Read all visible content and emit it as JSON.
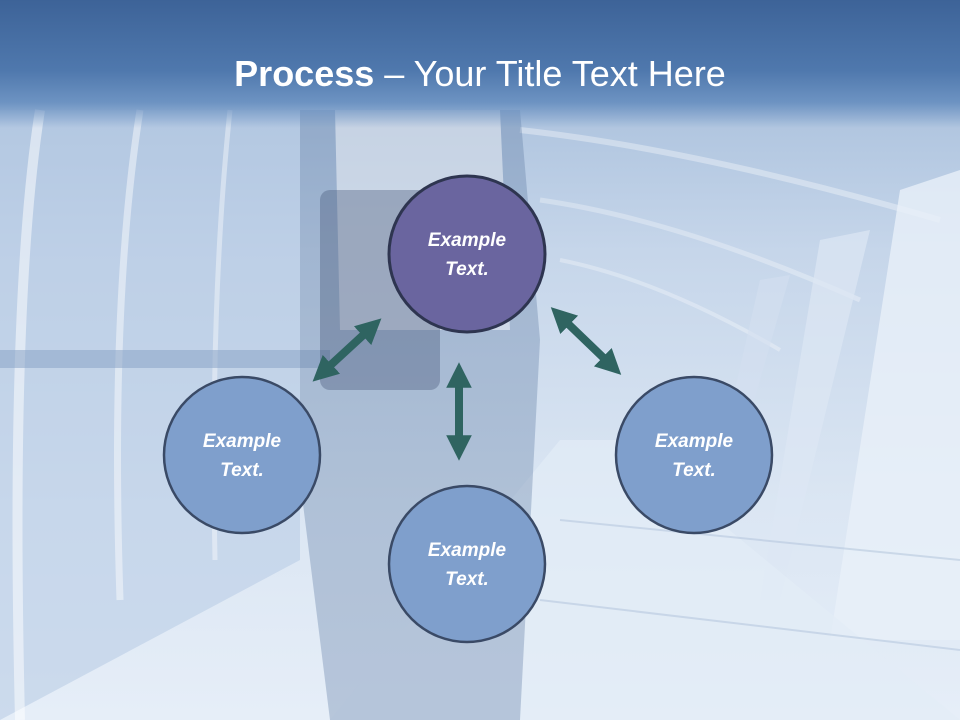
{
  "title": {
    "bold": "Process",
    "separator": " – ",
    "rest": "Your Title Text Here"
  },
  "colors": {
    "center_node": "#6a659f",
    "outer_node": "#7f9fcc",
    "node_border": "#3a4a66",
    "arrow": "#2f6461"
  },
  "nodes": [
    {
      "id": "top",
      "line1": "Example",
      "line2": "Text."
    },
    {
      "id": "left",
      "line1": "Example",
      "line2": "Text."
    },
    {
      "id": "right",
      "line1": "Example",
      "line2": "Text."
    },
    {
      "id": "bottom",
      "line1": "Example",
      "line2": "Text."
    }
  ]
}
